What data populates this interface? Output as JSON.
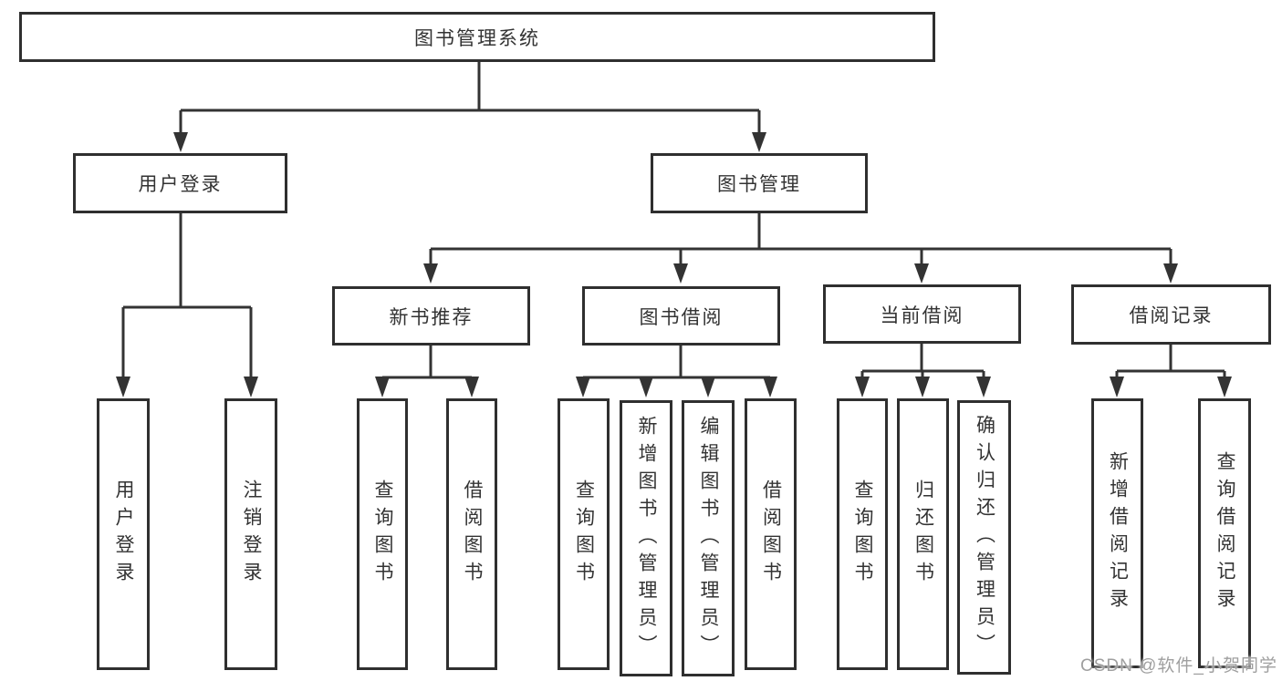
{
  "diagram": {
    "title": "图书管理系统",
    "type": "hierarchy-tree",
    "colors": {
      "line": "#333333",
      "box_border": "#2f2f2f",
      "box_fill": "#ffffff",
      "text": "#333333",
      "watermark": "#9f9f9f"
    },
    "nodes": {
      "root": "图书管理系统",
      "user_login": "用户登录",
      "book_mgmt": "图书管理",
      "new_book_rec": "新书推荐",
      "book_borrow": "图书借阅",
      "current_borrow": "当前借阅",
      "borrow_records": "借阅记录",
      "leaf_user_login": "用户登录",
      "leaf_logout": "注销登录",
      "leaf_query_book_a": "查询图书",
      "leaf_borrow_book_a": "借阅图书",
      "leaf_query_book_b": "查询图书",
      "leaf_add_book": "新增图书（管理员）",
      "leaf_edit_book": "编辑图书（管理员）",
      "leaf_borrow_book_b": "借阅图书",
      "leaf_query_book_c": "查询图书",
      "leaf_return_book": "归还图书",
      "leaf_confirm_return": "确认归还（管理员）",
      "leaf_add_record": "新增借阅记录",
      "leaf_query_record": "查询借阅记录"
    },
    "hierarchy": {
      "图书管理系统": {
        "用户登录": [
          "用户登录",
          "注销登录"
        ],
        "图书管理": {
          "新书推荐": [
            "查询图书",
            "借阅图书"
          ],
          "图书借阅": [
            "查询图书",
            "新增图书（管理员）",
            "编辑图书（管理员）",
            "借阅图书"
          ],
          "当前借阅": [
            "查询图书",
            "归还图书",
            "确认归还（管理员）"
          ],
          "借阅记录": [
            "新增借阅记录",
            "查询借阅记录"
          ]
        }
      }
    },
    "watermark": "CSDN @软件_小贺同学"
  }
}
